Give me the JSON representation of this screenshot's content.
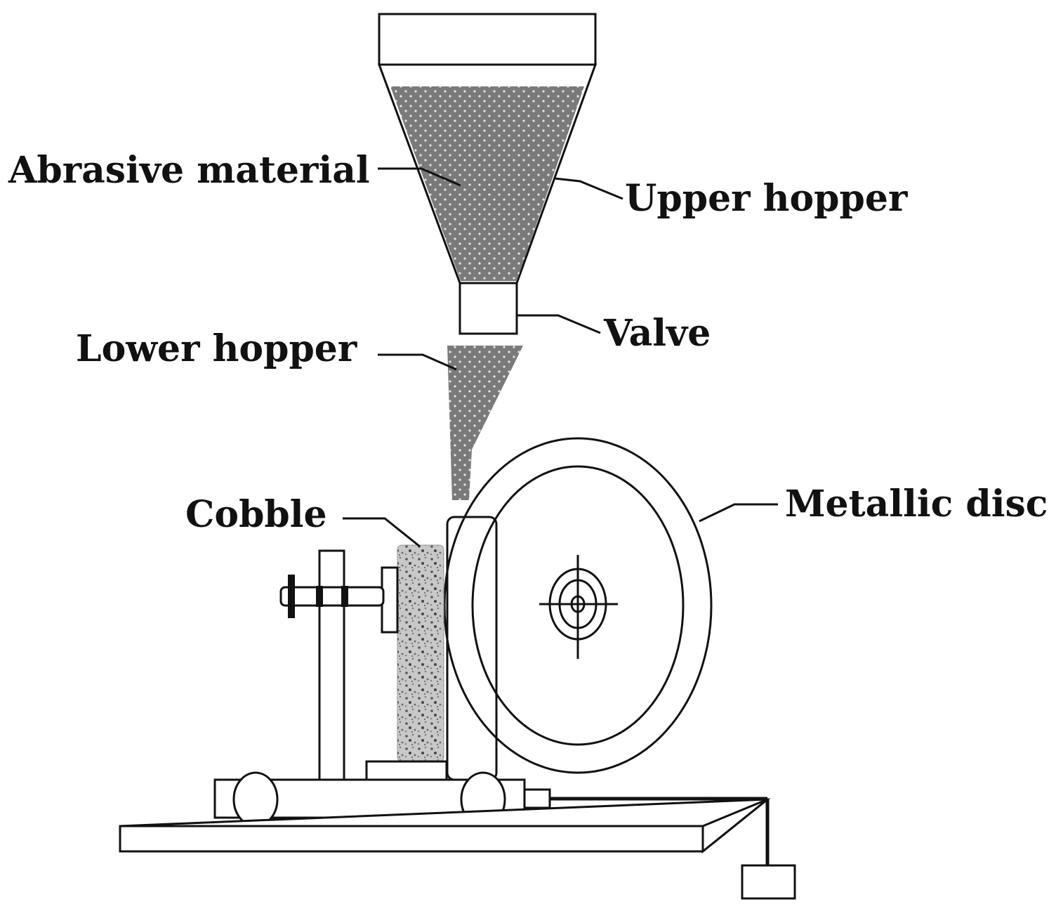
{
  "labels": {
    "abrasive_material": "Abrasive material",
    "upper_hopper": "Upper hopper",
    "valve": "Valve",
    "lower_hopper": "Lower hopper",
    "cobble": "Cobble",
    "metallic_disc": "Metallic disc"
  },
  "colors": {
    "stroke": "#111111",
    "powder": "#7a7a7a",
    "background": "#ffffff"
  }
}
